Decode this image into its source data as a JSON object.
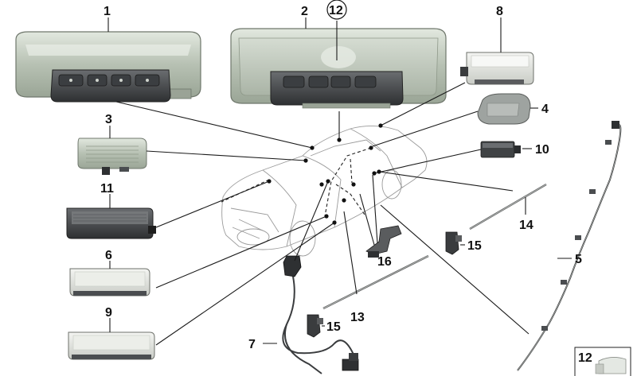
{
  "callouts": {
    "p1": "1",
    "p2": "2",
    "p12_circled": "12",
    "p8": "8",
    "p3": "3",
    "p4": "4",
    "p10": "10",
    "p11": "11",
    "p14": "14",
    "p15a": "15",
    "p16": "16",
    "p6": "6",
    "p5": "5",
    "p13": "13",
    "p9": "9",
    "p15b": "15",
    "p7": "7",
    "p12_inset": "12"
  },
  "colors": {
    "line": "#1a1a1a",
    "module_frame": "#aab3a7",
    "module_body": "#c9d2c6",
    "switch_panel": "#4a4d50",
    "lamp_lens": "#e3e6e1",
    "lamp_body": "#3a3c3e",
    "car_outline": "#9a9a9a"
  }
}
